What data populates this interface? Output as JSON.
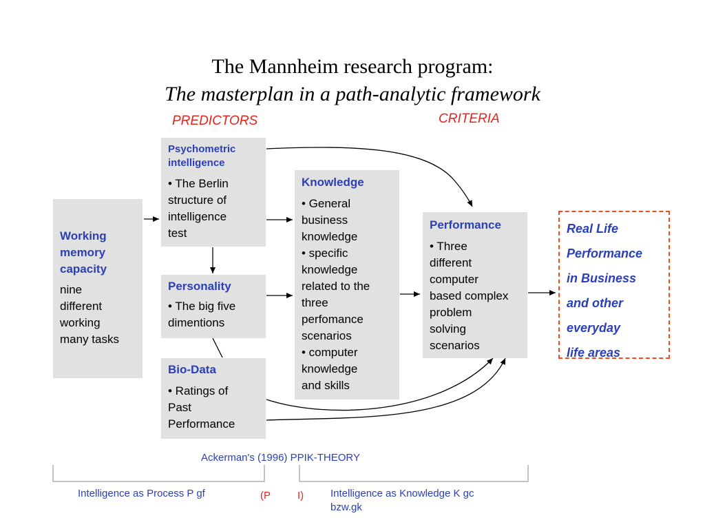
{
  "title": {
    "line1": "The Mannheim research program:",
    "line2": "The masterplan in a path-analytic framework"
  },
  "labels": {
    "predictors": "PREDICTORS",
    "criteria": "CRITERIA"
  },
  "boxes": {
    "working_memory": {
      "heading": [
        "Working",
        "memory",
        "capacity"
      ],
      "body": [
        "nine",
        "different",
        "working",
        "many tasks"
      ]
    },
    "psychometric": {
      "heading": [
        "Psychometric",
        "intelligence"
      ],
      "body": [
        "• The Berlin",
        "structure of",
        "intelligence",
        "test"
      ]
    },
    "personality": {
      "heading": [
        "Personality"
      ],
      "body": [
        "• The big five",
        "dimentions"
      ]
    },
    "biodata": {
      "heading": [
        "Bio-Data"
      ],
      "body": [
        "• Ratings of",
        "Past",
        "Performance"
      ]
    },
    "knowledge": {
      "heading": [
        "Knowledge"
      ],
      "body": [
        "• General",
        "business",
        "knowledge",
        "• specific",
        "knowledge",
        "related to the",
        "three",
        "perfomance",
        "scenarios",
        "• computer",
        "knowledge",
        "and skills"
      ]
    },
    "performance": {
      "heading": [
        "Performance"
      ],
      "body": [
        "• Three",
        "different",
        "computer",
        "based complex",
        "problem",
        "solving",
        "scenarios"
      ]
    },
    "real_life": {
      "lines": [
        "Real Life",
        "Performance",
        "in Business",
        "and other",
        "everyday",
        "life areas"
      ]
    }
  },
  "footer": {
    "ackerman": "Ackerman's (1996) PPIK-THEORY",
    "process": "Intelligence as Process  P  gf",
    "p_label": "(P",
    "i_label": "I)",
    "knowledge_line1": "Intelligence as Knowledge  K  gc",
    "knowledge_line2": "bzw.gk"
  },
  "colors": {
    "blue": "#2a3fb8",
    "red": "#e8231c",
    "box_gray": "#e1e1e1",
    "dash_orange": "#f04a1e"
  }
}
